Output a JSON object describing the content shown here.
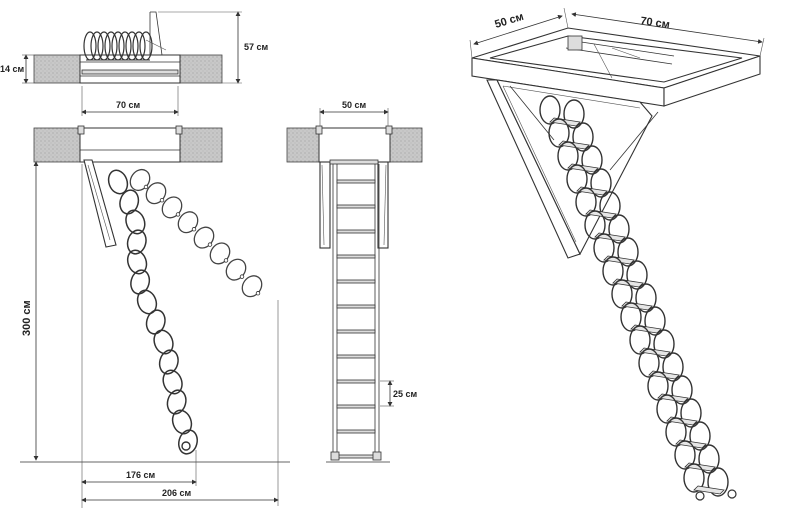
{
  "dimensions": {
    "slab_thickness": "14 см",
    "folded_height": "57 см",
    "side_opening_width": "70 см",
    "front_opening_width": "50 см",
    "ceiling_height": "300 см",
    "step_spacing": "25 см",
    "reach_176": "176 см",
    "reach_206": "206 см",
    "iso_width": "50 см",
    "iso_length": "70 см"
  },
  "colors": {
    "line": "#333333",
    "slab": "#bdbdbd",
    "metal": "#ffffff"
  }
}
